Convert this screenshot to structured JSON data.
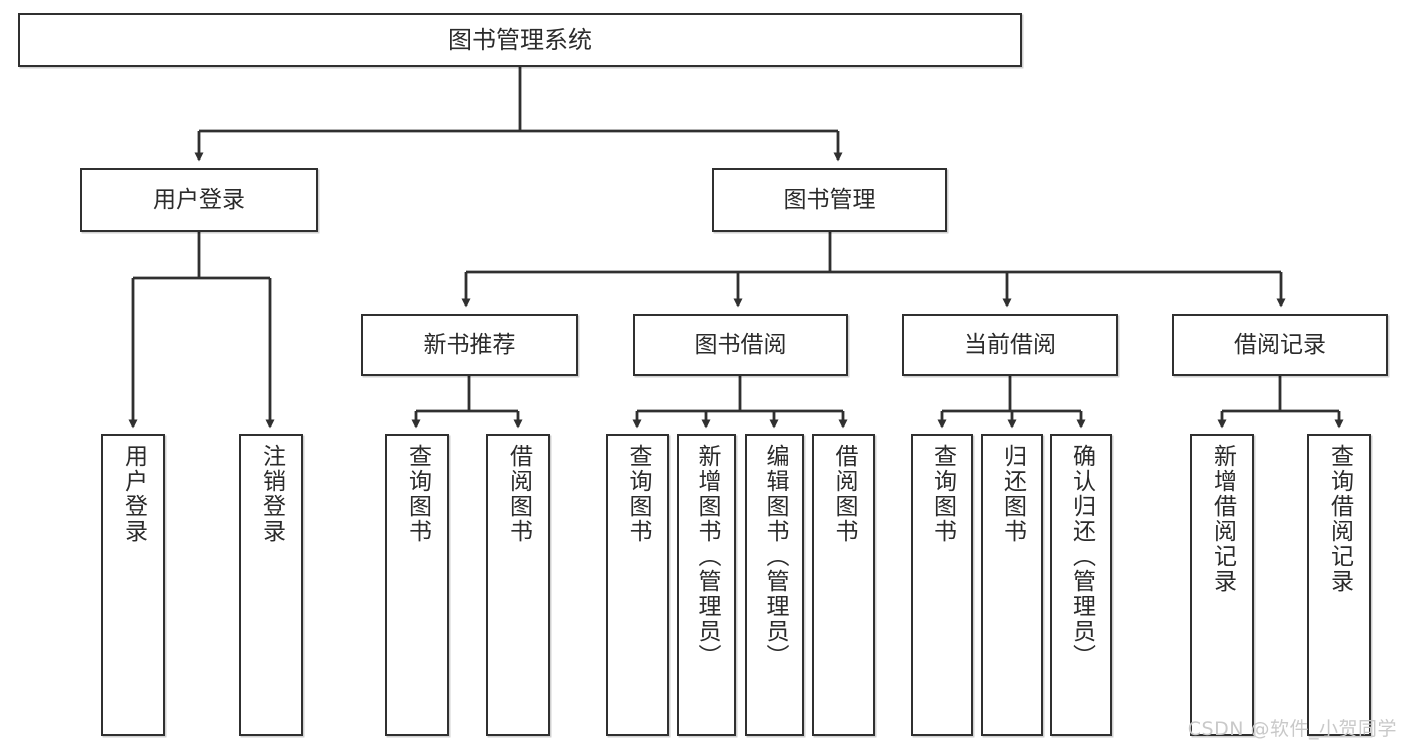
{
  "diagram": {
    "title": "图书管理系统",
    "type": "tree",
    "watermark": "CSDN @软件_小贺同学",
    "nodes": {
      "root": {
        "label": "图书管理系统",
        "orientation": "horizontal"
      },
      "l2": [
        {
          "id": "user-login",
          "label": "用户登录",
          "orientation": "horizontal"
        },
        {
          "id": "book-manage",
          "label": "图书管理",
          "orientation": "horizontal"
        }
      ],
      "l3": [
        {
          "id": "new-book-recommend",
          "label": "新书推荐",
          "orientation": "horizontal"
        },
        {
          "id": "book-borrow",
          "label": "图书借阅",
          "orientation": "horizontal"
        },
        {
          "id": "current-borrow",
          "label": "当前借阅",
          "orientation": "horizontal"
        },
        {
          "id": "borrow-record",
          "label": "借阅记录",
          "orientation": "horizontal"
        }
      ],
      "leaves": [
        {
          "id": "leaf-user-login",
          "label": "用户登录",
          "orientation": "vertical",
          "parent": "user-login"
        },
        {
          "id": "leaf-logout-login",
          "label": "注销登录",
          "orientation": "vertical",
          "parent": "user-login"
        },
        {
          "id": "leaf-query-book-1",
          "label": "查询图书",
          "orientation": "vertical",
          "parent": "new-book-recommend"
        },
        {
          "id": "leaf-borrow-book-1",
          "label": "借阅图书",
          "orientation": "vertical",
          "parent": "new-book-recommend"
        },
        {
          "id": "leaf-query-book-2",
          "label": "查询图书",
          "orientation": "vertical",
          "parent": "book-borrow"
        },
        {
          "id": "leaf-add-book-admin",
          "label": "新增图书（管理员）",
          "orientation": "vertical",
          "parent": "book-borrow"
        },
        {
          "id": "leaf-edit-book-admin",
          "label": "编辑图书（管理员）",
          "orientation": "vertical",
          "parent": "book-borrow"
        },
        {
          "id": "leaf-borrow-book-2",
          "label": "借阅图书",
          "orientation": "vertical",
          "parent": "book-borrow"
        },
        {
          "id": "leaf-query-book-3",
          "label": "查询图书",
          "orientation": "vertical",
          "parent": "current-borrow"
        },
        {
          "id": "leaf-return-book",
          "label": "归还图书",
          "orientation": "vertical",
          "parent": "current-borrow"
        },
        {
          "id": "leaf-confirm-return-admin",
          "label": "确认归还（管理员）",
          "orientation": "vertical",
          "parent": "current-borrow"
        },
        {
          "id": "leaf-add-borrow-record",
          "label": "新增借阅记录",
          "orientation": "vertical",
          "parent": "borrow-record"
        },
        {
          "id": "leaf-query-borrow-record",
          "label": "查询借阅记录",
          "orientation": "vertical",
          "parent": "borrow-record"
        }
      ]
    },
    "colors": {
      "stroke": "#303030",
      "fill": "#ffffff",
      "text": "#2b2b2b",
      "watermark": "#c9c9c9"
    }
  }
}
